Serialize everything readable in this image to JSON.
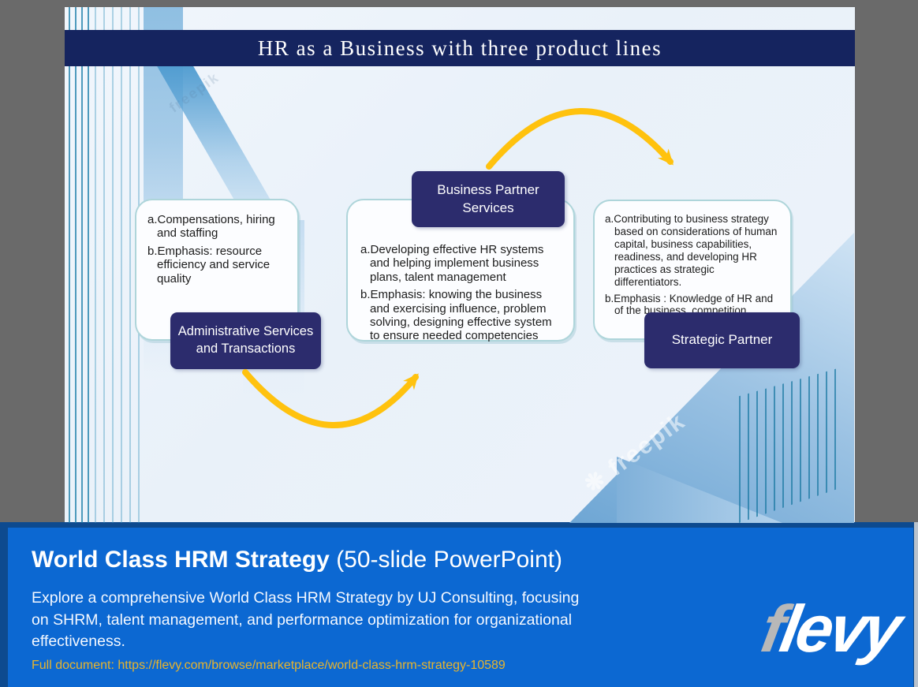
{
  "slide": {
    "title": "HR as a Business with three product lines",
    "watermark": "freepik",
    "watermark_icon": "❋",
    "columns": [
      {
        "label": "Administrative Services and Transactions",
        "points": [
          "a.Compensations, hiring and staffing",
          "b.Emphasis: resource efficiency and service quality"
        ]
      },
      {
        "label": "Business Partner Services",
        "points": [
          "a.Developing effective HR systems and helping implement business plans, talent management",
          "b.Emphasis: knowing the business and exercising influence, problem solving, designing effective system to ensure needed competencies"
        ]
      },
      {
        "label": "Strategic Partner",
        "points": [
          "a.Contributing to business strategy based on considerations of human capital, business capabilities, readiness, and developing HR practices as strategic differentiators.",
          "b.Emphasis : Knowledge of HR and of the business, competition"
        ]
      }
    ]
  },
  "footer": {
    "title_bold": "World Class HRM Strategy",
    "title_suffix": " (50-slide PowerPoint)",
    "description": "Explore a comprehensive World Class HRM Strategy by UJ Consulting, focusing on SHRM, talent management, and performance optimization for organizational effectiveness.",
    "link": "Full document: https://flevy.com/browse/marketplace/world-class-hrm-strategy-10589",
    "logo": {
      "f": "f",
      "rest": "levy"
    }
  },
  "colors": {
    "title_bar_navy": "#15245f",
    "label_navy": "#2c2c6d",
    "arrow_gold": "#ffc20e",
    "box_border_teal": "#aed5da",
    "footer_blue": "#0c68d2",
    "footer_border_navy": "#0d4a8f",
    "link_gold": "#e8b42c",
    "logo_gray": "#b8b8b8",
    "surround_gray": "#6a6a6a"
  }
}
